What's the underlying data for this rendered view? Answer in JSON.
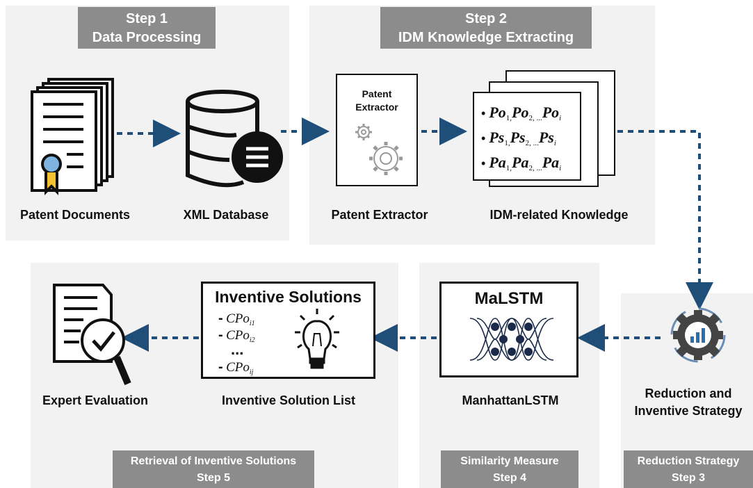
{
  "steps": {
    "step1": {
      "number": "Step 1",
      "title": "Data Processing"
    },
    "step2": {
      "number": "Step 2",
      "title": "IDM Knowledge Extracting"
    },
    "step3": {
      "title": "Reduction Strategy",
      "number": "Step 3"
    },
    "step4": {
      "title": "Similarity Measure",
      "number": "Step 4"
    },
    "step5": {
      "title": "Retrieval of Inventive Solutions",
      "number": "Step 5"
    }
  },
  "nodes": {
    "patent_documents": "Patent Documents",
    "xml_database": "XML Database",
    "patent_extractor": "Patent Extractor",
    "patent_extractor_box": {
      "line1": "Patent",
      "line2": "Extractor"
    },
    "idm_knowledge": "IDM-related Knowledge",
    "reduction_line1": "Reduction and",
    "reduction_line2": "Inventive Strategy",
    "manhattan": "ManhattanLSTM",
    "malstm_title": "MaLSTM",
    "solution_list": "Inventive Solution List",
    "inventive_solutions_title": "Inventive Solutions",
    "expert_evaluation": "Expert Evaluation"
  },
  "knowledge_items": [
    {
      "a": "Po",
      "b": "Po",
      "c": "Po"
    },
    {
      "a": "Ps",
      "b": "Ps",
      "c": "Ps"
    },
    {
      "a": "Pa",
      "b": "Pa",
      "c": "Pa"
    }
  ],
  "solutions": [
    {
      "dash": "-",
      "text": "CPo",
      "sub": "i1"
    },
    {
      "dash": "-",
      "text": "CPo",
      "sub": "i2"
    },
    {
      "dash": "",
      "text": "...",
      "sub": ""
    },
    {
      "dash": "-",
      "text": "CPo",
      "sub": "ij"
    }
  ],
  "colors": {
    "arrow": "#1f4e79",
    "panel": "#f2f2f2",
    "tag": "#8c8c8c",
    "badge": "#2b6fb0"
  }
}
